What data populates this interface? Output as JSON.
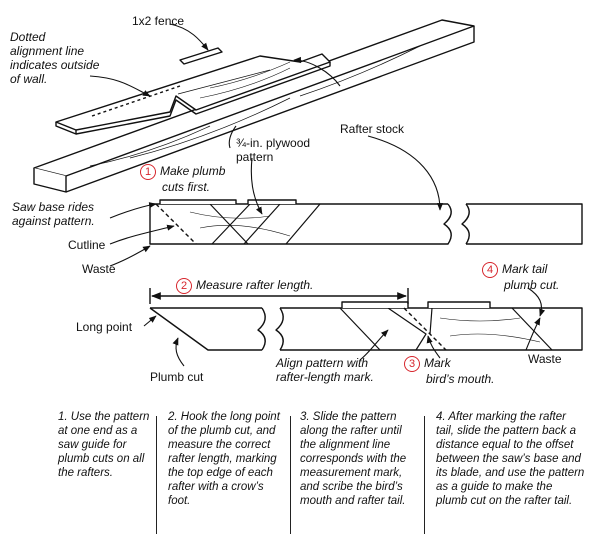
{
  "labels": {
    "dotted_alignment": [
      "Dotted",
      "alignment line",
      "indicates outside",
      "of wall."
    ],
    "fence": "1x2 fence",
    "plywood_pattern": [
      "¾-in. plywood",
      "pattern"
    ],
    "rafter_stock": "Rafter stock",
    "saw_base": [
      "Saw base rides",
      "against pattern."
    ],
    "cutline": "Cutline",
    "waste_top": "Waste",
    "long_point": "Long point",
    "plumb_cut": "Plumb cut",
    "align_pattern": [
      "Align pattern with",
      "rafter-length mark."
    ],
    "waste_bottom": "Waste"
  },
  "callouts": [
    {
      "num": "1",
      "text": [
        "Make plumb",
        "cuts first."
      ]
    },
    {
      "num": "2",
      "text": [
        "Measure rafter length."
      ]
    },
    {
      "num": "3",
      "text": [
        "Mark",
        "bird’s mouth."
      ]
    },
    {
      "num": "4",
      "text": [
        "Mark tail",
        "plumb cut."
      ]
    }
  ],
  "steps": [
    {
      "num": "1.",
      "text": "Use the pattern at one end as a saw guide for plumb cuts on all the rafters."
    },
    {
      "num": "2.",
      "text": "Hook the long point of the plumb cut, and measure the correct rafter length, marking the top edge of each rafter with a crow’s foot."
    },
    {
      "num": "3.",
      "text": "Slide the pattern along the rafter until the alignment line corresponds with the measurement mark, and scribe the bird’s mouth and rafter tail."
    },
    {
      "num": "4.",
      "text": "After marking the rafter tail, slide the pattern back a distance equal to the offset between the saw’s base and its blade, and use the pattern as a guide to make the plumb cut on the rafter tail."
    }
  ],
  "colors": {
    "line": "#111111",
    "callout": "#d7262d",
    "wood": "#ffffff"
  }
}
